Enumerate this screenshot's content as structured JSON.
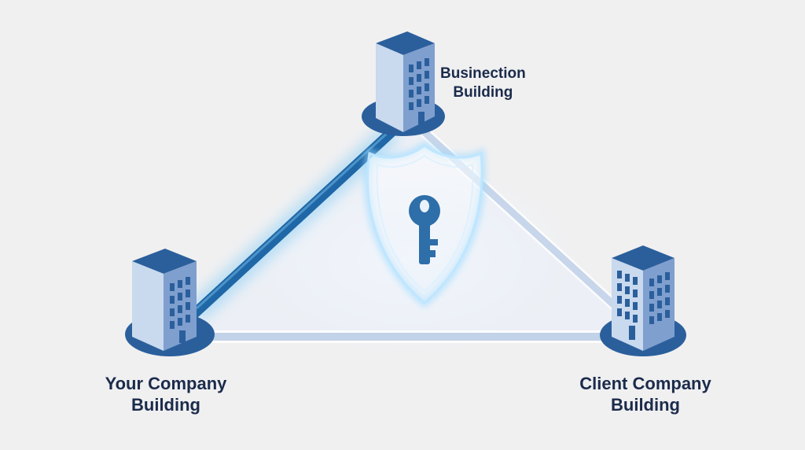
{
  "nodes": {
    "top": {
      "line1": "Businection",
      "line2": "Building"
    },
    "left": {
      "line1": "Your Company",
      "line2": "Building"
    },
    "right": {
      "line1": "Client Company",
      "line2": "Building"
    }
  },
  "center_icon": "shield-key-icon",
  "colors": {
    "background": "#f0f0f1",
    "pad": "#2b5f9c",
    "building_front": "#c9d9ee",
    "building_side": "#7f9fcf",
    "building_roof": "#2b5f9c",
    "window": "#2b5f9c",
    "secure_link": "#1f67a6",
    "faint_link": "#c7d6ea",
    "key": "#2e6ea9",
    "label": "#1b2b4b"
  }
}
